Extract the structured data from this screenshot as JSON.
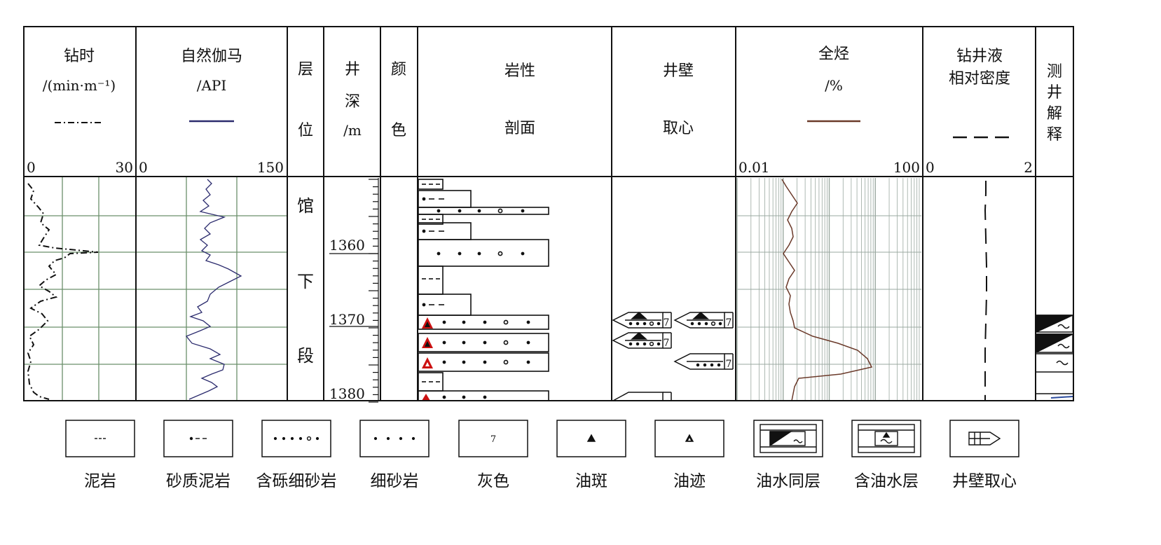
{
  "columns": {
    "drill_time": {
      "title": "钻时",
      "unit": "/(min·m⁻¹)",
      "scale_min": "0",
      "scale_max": "30"
    },
    "gamma": {
      "title": "自然伽马",
      "unit": "/API",
      "scale_min": "0",
      "scale_max": "150"
    },
    "layer": {
      "title_top": "层",
      "title_bottom": "位"
    },
    "depth": {
      "t1": "井",
      "t2": "深",
      "t3": "/m"
    },
    "color": {
      "title_top": "颜",
      "title_bottom": "色"
    },
    "lithology": {
      "title_top": "岩性",
      "title_bottom": "剖面"
    },
    "core": {
      "title_top": "井壁",
      "title_bottom": "取心"
    },
    "total_gas": {
      "title": "全烃",
      "unit": "/%",
      "scale_min": "0.01",
      "scale_max": "100"
    },
    "fluid": {
      "title1": "钻井液",
      "title2": "相对密度",
      "scale_min": "0",
      "scale_max": "2"
    },
    "interp": {
      "c1": "测",
      "c2": "井",
      "c3": "解",
      "c4": "释"
    }
  },
  "formation": {
    "c1": "馆",
    "c2": "下",
    "c3": "段"
  },
  "depth_labels": [
    "1360",
    "1370",
    "1380"
  ],
  "color_code": "7",
  "legend": [
    {
      "key": "mudstone",
      "label": "泥岩"
    },
    {
      "key": "sandy_mudstone",
      "label": "砂质泥岩"
    },
    {
      "key": "pebbly_fine_sandstone",
      "label": "含砾细砂岩"
    },
    {
      "key": "fine_sandstone",
      "label": "细砂岩"
    },
    {
      "key": "grey",
      "label": "灰色",
      "symbol": "7"
    },
    {
      "key": "oil_spot",
      "label": "油斑"
    },
    {
      "key": "oil_trace",
      "label": "油迹"
    },
    {
      "key": "oil_water",
      "label": "油水同层"
    },
    {
      "key": "oily_water",
      "label": "含油水层"
    },
    {
      "key": "sidewall_core",
      "label": "井壁取心"
    }
  ],
  "colors": {
    "gamma_curve": "#2c2c6e",
    "gas_curve": "#6b3a2a",
    "grid": "#6b8f6b",
    "oil_red": "#cc1111"
  }
}
